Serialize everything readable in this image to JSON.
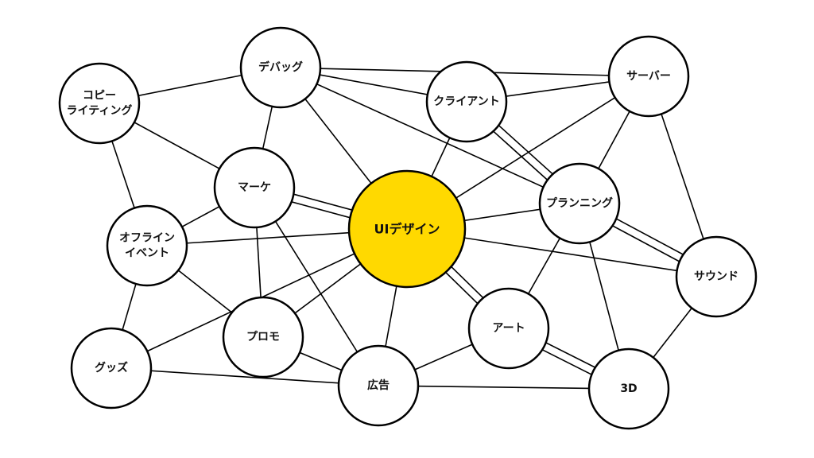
{
  "diagram": {
    "type": "network",
    "highlight_color": "#FFD900",
    "node_color": "#FFFFFF",
    "stroke_color": "#000000",
    "nodes": [
      {
        "id": "ui",
        "label": [
          "UIデザイン"
        ],
        "center": true
      },
      {
        "id": "debug",
        "label": [
          "デバッグ"
        ]
      },
      {
        "id": "copy",
        "label": [
          "コピー",
          "ライティング"
        ]
      },
      {
        "id": "client",
        "label": [
          "クライアント"
        ]
      },
      {
        "id": "server",
        "label": [
          "サーバー"
        ]
      },
      {
        "id": "marke",
        "label": [
          "マーケ"
        ]
      },
      {
        "id": "planning",
        "label": [
          "プランニング"
        ]
      },
      {
        "id": "offline",
        "label": [
          "オフライン",
          "イベント"
        ]
      },
      {
        "id": "sound",
        "label": [
          "サウンド"
        ]
      },
      {
        "id": "goods",
        "label": [
          "グッズ"
        ]
      },
      {
        "id": "promo",
        "label": [
          "プロモ"
        ]
      },
      {
        "id": "art",
        "label": [
          "アート"
        ]
      },
      {
        "id": "ad",
        "label": [
          "広告"
        ]
      },
      {
        "id": "3d",
        "label": [
          "3D"
        ]
      }
    ],
    "edges": [
      [
        "copy",
        "debug"
      ],
      [
        "copy",
        "marke"
      ],
      [
        "copy",
        "offline"
      ],
      [
        "debug",
        "marke"
      ],
      [
        "debug",
        "ui"
      ],
      [
        "debug",
        "client"
      ],
      [
        "debug",
        "server"
      ],
      [
        "debug",
        "planning"
      ],
      [
        "client",
        "server"
      ],
      [
        "client",
        "ui"
      ],
      [
        "client",
        "planning"
      ],
      [
        "client",
        "planning"
      ],
      [
        "server",
        "ui"
      ],
      [
        "server",
        "planning"
      ],
      [
        "server",
        "sound"
      ],
      [
        "marke",
        "ui"
      ],
      [
        "marke",
        "ui"
      ],
      [
        "marke",
        "offline"
      ],
      [
        "marke",
        "promo"
      ],
      [
        "marke",
        "ad"
      ],
      [
        "offline",
        "ui"
      ],
      [
        "offline",
        "promo"
      ],
      [
        "offline",
        "goods"
      ],
      [
        "goods",
        "ui"
      ],
      [
        "goods",
        "ad"
      ],
      [
        "promo",
        "ui"
      ],
      [
        "promo",
        "ad"
      ],
      [
        "ui",
        "ad"
      ],
      [
        "ui",
        "art"
      ],
      [
        "ui",
        "art"
      ],
      [
        "ui",
        "planning"
      ],
      [
        "ui",
        "sound"
      ],
      [
        "planning",
        "art"
      ],
      [
        "planning",
        "3d"
      ],
      [
        "planning",
        "sound"
      ],
      [
        "planning",
        "sound"
      ],
      [
        "art",
        "ad"
      ],
      [
        "art",
        "3d"
      ],
      [
        "art",
        "3d"
      ],
      [
        "ad",
        "3d"
      ],
      [
        "3d",
        "sound"
      ]
    ]
  }
}
